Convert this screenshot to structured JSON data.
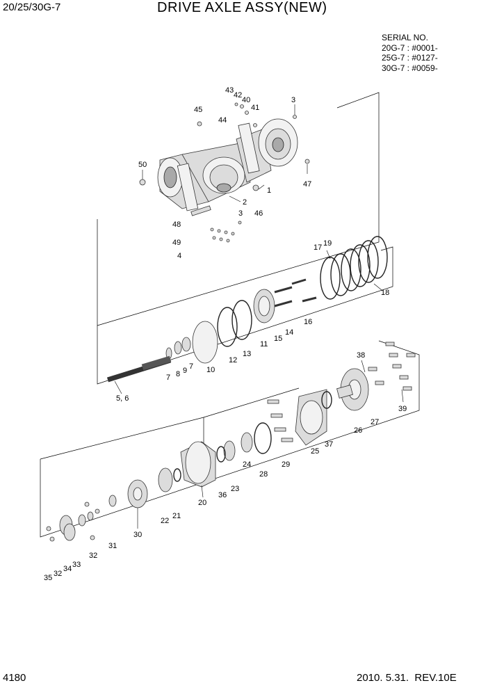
{
  "header": {
    "model": "20/25/30G-7",
    "title": "DRIVE AXLE ASSY(NEW)"
  },
  "serial": {
    "heading": "SERIAL NO.",
    "lines": [
      "20G-7 : #0001-",
      "25G-7 : #0127-",
      "30G-7 : #0059-"
    ]
  },
  "footer": {
    "page": "4180",
    "revision": "2010. 5.31.  REV.10E"
  },
  "callouts": [
    "43",
    "42",
    "40",
    "41",
    "45",
    "3",
    "44",
    "50",
    "47",
    "1",
    "2",
    "3",
    "46",
    "48",
    "49",
    "4",
    "17",
    "19",
    "18",
    "16",
    "11",
    "15",
    "14",
    "12",
    "13",
    "10",
    "7",
    "8",
    "9",
    "7",
    "38",
    "5, 6",
    "39",
    "26",
    "27",
    "37",
    "25",
    "29",
    "24",
    "28",
    "36",
    "23",
    "20",
    "22",
    "21",
    "30",
    "31",
    "32",
    "35",
    "32",
    "34",
    "33"
  ]
}
